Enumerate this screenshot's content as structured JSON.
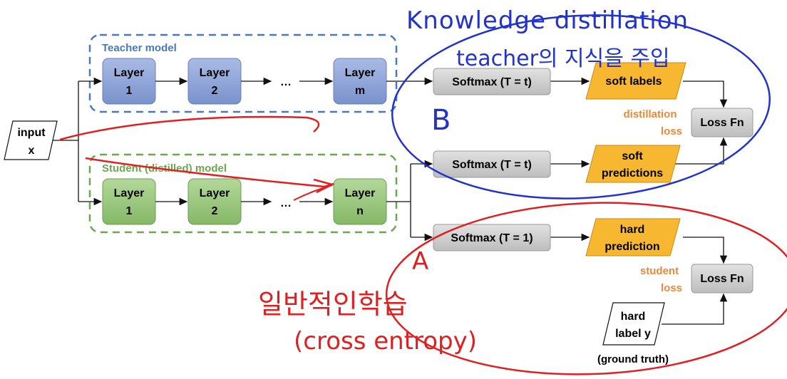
{
  "teacher": {
    "title": "Teacher model",
    "layers": [
      {
        "l1": "Layer",
        "l2": "1"
      },
      {
        "l1": "Layer",
        "l2": "2"
      },
      {
        "l1": "Layer",
        "l2": "m"
      }
    ],
    "ellipsis": "…"
  },
  "student": {
    "title": "Student (distilled) model",
    "layers": [
      {
        "l1": "Layer",
        "l2": "1"
      },
      {
        "l1": "Layer",
        "l2": "2"
      },
      {
        "l1": "Layer",
        "l2": "n"
      }
    ],
    "ellipsis": "…"
  },
  "input": {
    "l1": "input",
    "l2": "x"
  },
  "softmax": {
    "teacher": "Softmax (T = t)",
    "student_soft": "Softmax (T = t)",
    "student_hard": "Softmax (T = 1)"
  },
  "outputs": {
    "soft_labels": "soft labels",
    "soft_predictions_l1": "soft",
    "soft_predictions_l2": "predictions",
    "hard_prediction_l1": "hard",
    "hard_prediction_l2": "prediction",
    "hard_label_l1": "hard",
    "hard_label_l2": "label y",
    "ground_truth": "(ground truth)"
  },
  "loss": {
    "distillation_l1": "distillation",
    "distillation_l2": "loss",
    "student_l1": "student",
    "student_l2": "loss",
    "fn_top": "Loss Fn",
    "fn_bottom": "Loss Fn"
  },
  "annotations": {
    "knowledge_distillation": "Knowledge distillation",
    "teacher_note": "teacher의 지식을 주입",
    "letter_b": "B",
    "letter_a": "A",
    "general_learning": "일반적인학습",
    "cross_entropy": "(cross entropy)"
  },
  "colors": {
    "teacher_box": "#8ea3d6",
    "teacher_border": "#4a6fb3",
    "student_box": "#98c47a",
    "student_border": "#6aa84f",
    "softmax_box": "#d0d0d0",
    "output_box": "#f8b730",
    "loss_label": "#e58a3a",
    "blue_ink": "#2233cc",
    "red_ink": "#e02020"
  }
}
